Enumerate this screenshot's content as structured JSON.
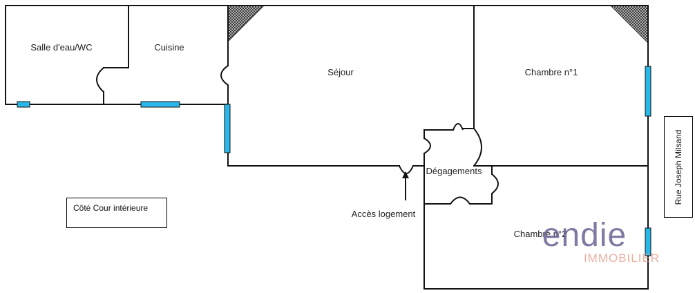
{
  "rooms": {
    "salle_eau": "Salle d'eau/WC",
    "cuisine": "Cuisine",
    "sejour": "Séjour",
    "chambre1": "Chambre n°1",
    "degagements": "Dégagements",
    "chambre2": "Chambre n°2"
  },
  "labels": {
    "acces": "Accès logement",
    "cour": "Côté Cour intérieure",
    "rue": "Rue Joseph Milsand"
  },
  "watermark": {
    "brand": "endie",
    "subtitle": "IMMOBILIER"
  },
  "colors": {
    "window": "#29b6e8",
    "wall": "#111111",
    "brand_purple": "#6a6392",
    "brand_salmon": "#e8a28f"
  }
}
